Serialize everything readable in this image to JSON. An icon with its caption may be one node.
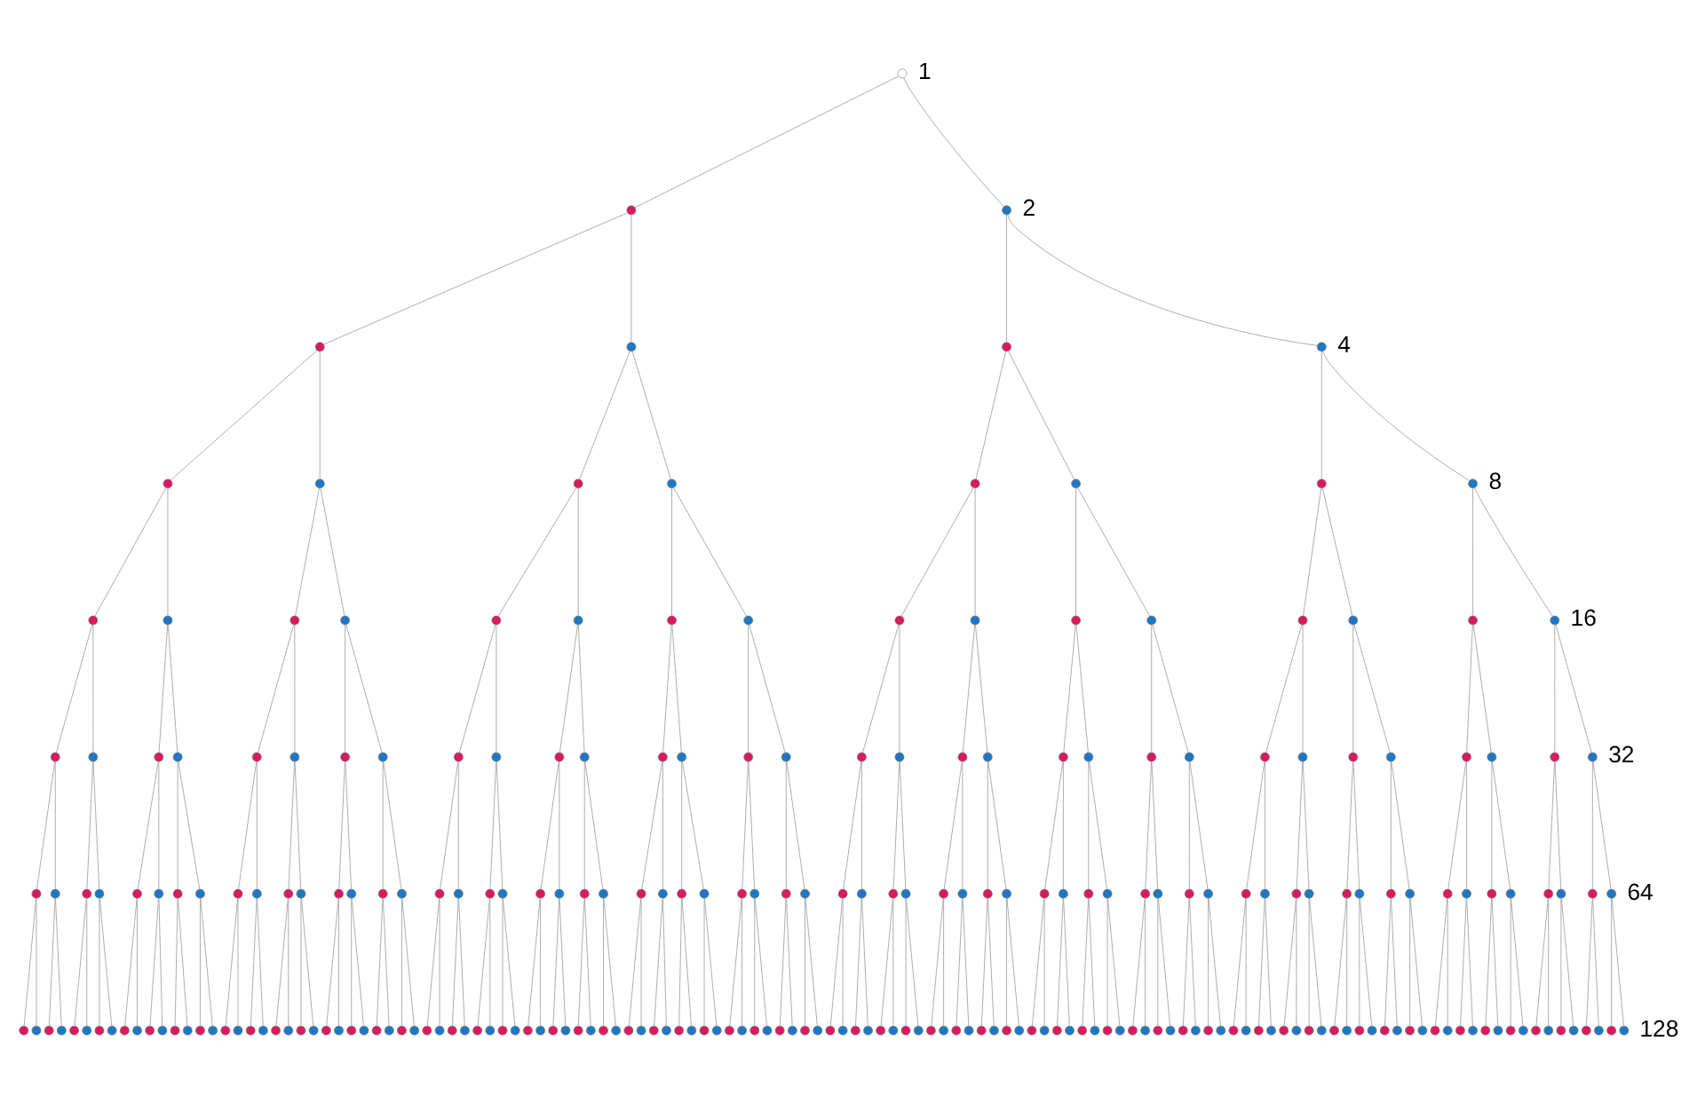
{
  "diagram": {
    "nodes": [
      {
        "text": [],
        "shape": "circle"
      },
      {
        "text": [],
        "shape": "circle"
      },
      {
        "text": [],
        "shape": "circle"
      },
      {
        "text": [],
        "shape": "circle"
      },
      {
        "text": [],
        "shape": "circle"
      },
      {
        "text": [],
        "shape": "circle"
      },
      {
        "text": [],
        "shape": "circle"
      },
      {
        "text": [],
        "shape": "circle"
      },
      {
        "text": [],
        "shape": "circle"
      },
      {
        "text": [],
        "shape": "circle"
      },
      {
        "text": [],
        "shape": "circle"
      },
      {
        "text": [],
        "shape": "circle"
      },
      {
        "text": [],
        "shape": "circle"
      },
      {
        "text": [],
        "shape": "circle"
      },
      {
        "text": [],
        "shape": "circle"
      },
      {
        "text": [],
        "shape": "circle"
      },
      {
        "text": [],
        "shape": "circle"
      },
      {
        "text": [],
        "shape": "circle"
      },
      {
        "text": [],
        "shape": "circle"
      },
      {
        "text": [],
        "shape": "circle"
      },
      {
        "text": [],
        "shape": "circle"
      },
      {
        "text": [],
        "shape": "circle"
      },
      {
        "text": [],
        "shape": "circle"
      },
      {
        "text": [],
        "shape": "circle"
      },
      {
        "text": [],
        "shape": "circle"
      },
      {
        "text": [],
        "shape": "circle"
      },
      {
        "text": [],
        "shape": "circle"
      },
      {
        "text": [],
        "shape": "circle"
      },
      {
        "text": [],
        "shape": "circle"
      },
      {
        "text": [],
        "shape": "circle"
      },
      {
        "text": [],
        "shape": "circle"
      },
      {
        "text": [],
        "shape": "circle"
      },
      {
        "text": [],
        "shape": "circle"
      },
      {
        "text": [],
        "shape": "circle"
      },
      {
        "text": [],
        "shape": "circle"
      },
      {
        "text": [],
        "shape": "circle"
      },
      {
        "text": [],
        "shape": "circle"
      },
      {
        "text": [],
        "shape": "circle"
      },
      {
        "text": [],
        "shape": "circle"
      },
      {
        "text": [],
        "shape": "circle"
      },
      {
        "text": [],
        "shape": "circle"
      },
      {
        "text": [],
        "shape": "circle"
      },
      {
        "text": [],
        "shape": "circle"
      },
      {
        "text": [],
        "shape": "circle"
      },
      {
        "text": [],
        "shape": "circle"
      },
      {
        "text": [],
        "shape": "circle"
      },
      {
        "text": [],
        "shape": "circle"
      },
      {
        "text": [],
        "shape": "circle"
      },
      {
        "text": [],
        "shape": "circle"
      },
      {
        "text": [],
        "shape": "circle"
      },
      {
        "text": [],
        "shape": "circle"
      },
      {
        "text": [],
        "shape": "circle"
      },
      {
        "text": [],
        "shape": "circle"
      },
      {
        "text": [],
        "shape": "circle"
      },
      {
        "text": [],
        "shape": "circle"
      },
      {
        "text": [],
        "shape": "circle"
      },
      {
        "text": [],
        "shape": "circle"
      },
      {
        "text": [],
        "shape": "circle"
      },
      {
        "text": [],
        "shape": "circle"
      },
      {
        "text": [],
        "shape": "circle"
      },
      {
        "text": [],
        "shape": "circle"
      },
      {
        "text": [],
        "shape": "circle"
      },
      {
        "text": [],
        "shape": "circle"
      },
      {
        "text": [],
        "shape": "circle"
      },
      {
        "text": [],
        "shape": "circle"
      },
      {
        "text": [],
        "shape": "circle"
      },
      {
        "text": [],
        "shape": "circle"
      },
      {
        "text": [],
        "shape": "circle"
      },
      {
        "text": [],
        "shape": "circle"
      },
      {
        "text": [],
        "shape": "circle"
      },
      {
        "text": [],
        "shape": "circle"
      },
      {
        "text": [],
        "shape": "circle"
      },
      {
        "text": [],
        "shape": "circle"
      },
      {
        "text": [],
        "shape": "circle"
      },
      {
        "text": [],
        "shape": "circle"
      },
      {
        "text": [],
        "shape": "circle"
      },
      {
        "text": [],
        "shape": "circle"
      },
      {
        "text": [],
        "shape": "circle"
      },
      {
        "text": [],
        "shape": "circle"
      },
      {
        "text": [],
        "shape": "circle"
      },
      {
        "text": [],
        "shape": "circle"
      },
      {
        "text": [],
        "shape": "circle"
      },
      {
        "text": [],
        "shape": "circle"
      },
      {
        "text": [],
        "shape": "circle"
      },
      {
        "text": [],
        "shape": "circle"
      },
      {
        "text": [],
        "shape": "circle"
      },
      {
        "text": [],
        "shape": "circle"
      },
      {
        "text": [],
        "shape": "circle"
      },
      {
        "text": [],
        "shape": "circle"
      },
      {
        "text": [],
        "shape": "circle"
      },
      {
        "text": [],
        "shape": "circle"
      },
      {
        "text": [],
        "shape": "circle"
      },
      {
        "text": [],
        "shape": "circle"
      },
      {
        "text": [],
        "shape": "circle"
      },
      {
        "text": [],
        "shape": "circle"
      },
      {
        "text": [],
        "shape": "circle"
      },
      {
        "text": [],
        "shape": "circle"
      },
      {
        "text": [],
        "shape": "circle"
      },
      {
        "text": [],
        "shape": "circle"
      },
      {
        "text": [],
        "shape": "circle"
      },
      {
        "text": [],
        "shape": "circle"
      },
      {
        "text": [],
        "shape": "circle"
      },
      {
        "text": [],
        "shape": "circle"
      },
      {
        "text": [],
        "shape": "circle"
      },
      {
        "text": [],
        "shape": "circle"
      },
      {
        "text": [],
        "shape": "circle"
      },
      {
        "text": [],
        "shape": "circle"
      },
      {
        "text": [],
        "shape": "circle"
      },
      {
        "text": [],
        "shape": "circle"
      },
      {
        "text": [],
        "shape": "circle"
      },
      {
        "text": [],
        "shape": "circle"
      },
      {
        "text": [],
        "shape": "circle"
      },
      {
        "text": [],
        "shape": "circle"
      },
      {
        "text": [],
        "shape": "circle"
      },
      {
        "text": [],
        "shape": "circle"
      },
      {
        "text": [],
        "shape": "circle"
      },
      {
        "text": [],
        "shape": "circle"
      },
      {
        "text": [],
        "shape": "circle"
      },
      {
        "text": [],
        "shape": "circle"
      },
      {
        "text": [],
        "shape": "circle"
      },
      {
        "text": [],
        "shape": "circle"
      },
      {
        "text": [],
        "shape": "circle"
      },
      {
        "text": [],
        "shape": "circle"
      },
      {
        "text": [],
        "shape": "circle"
      },
      {
        "text": [],
        "shape": "circle"
      },
      {
        "text": [],
        "shape": "circle"
      },
      {
        "text": [],
        "shape": "circle"
      },
      {
        "text": [],
        "shape": "circle"
      },
      {
        "text": [],
        "shape": "circle"
      },
      {
        "text": [],
        "shape": "circle"
      },
      {
        "text": [],
        "shape": "circle"
      },
      {
        "text": [],
        "shape": "circle"
      },
      {
        "text": [],
        "shape": "circle"
      },
      {
        "text": [],
        "shape": "circle"
      },
      {
        "text": [],
        "shape": "circle"
      },
      {
        "text": [],
        "shape": "circle"
      },
      {
        "text": [],
        "shape": "circle"
      },
      {
        "text": [],
        "shape": "circle"
      },
      {
        "text": [],
        "shape": "circle"
      },
      {
        "text": [],
        "shape": "circle"
      },
      {
        "text": [],
        "shape": "circle"
      },
      {
        "text": [],
        "shape": "circle"
      },
      {
        "text": [],
        "shape": "circle"
      },
      {
        "text": [],
        "shape": "circle"
      },
      {
        "text": [],
        "shape": "circle"
      },
      {
        "text": [],
        "shape": "circle"
      },
      {
        "text": [],
        "shape": "circle"
      },
      {
        "text": [],
        "shape": "circle"
      },
      {
        "text": [],
        "shape": "circle"
      },
      {
        "text": [],
        "shape": "circle"
      },
      {
        "text": [],
        "shape": "circle"
      },
      {
        "text": [],
        "shape": "circle"
      },
      {
        "text": [],
        "shape": "circle"
      },
      {
        "text": [],
        "shape": "circle"
      },
      {
        "text": [],
        "shape": "circle"
      },
      {
        "text": [],
        "shape": "circle"
      },
      {
        "text": [],
        "shape": "circle"
      },
      {
        "text": [],
        "shape": "circle"
      },
      {
        "text": [],
        "shape": "circle"
      },
      {
        "text": [],
        "shape": "circle"
      },
      {
        "text": [],
        "shape": "circle"
      },
      {
        "text": [],
        "shape": "circle"
      },
      {
        "text": [],
        "shape": "circle"
      },
      {
        "text": [],
        "shape": "circle"
      },
      {
        "text": [],
        "shape": "circle"
      },
      {
        "text": [],
        "shape": "circle"
      },
      {
        "text": [],
        "shape": "circle"
      },
      {
        "text": [],
        "shape": "circle"
      },
      {
        "text": [],
        "shape": "circle"
      },
      {
        "text": [],
        "shape": "circle"
      },
      {
        "text": [],
        "shape": "circle"
      },
      {
        "text": [],
        "shape": "circle"
      },
      {
        "text": [],
        "shape": "circle"
      },
      {
        "text": [],
        "shape": "circle"
      },
      {
        "text": [],
        "shape": "circle"
      },
      {
        "text": [],
        "shape": "circle"
      },
      {
        "text": [],
        "shape": "circle"
      },
      {
        "text": [],
        "shape": "circle"
      },
      {
        "text": [],
        "shape": "circle"
      },
      {
        "text": [],
        "shape": "circle"
      },
      {
        "text": [],
        "shape": "circle"
      },
      {
        "text": [],
        "shape": "circle"
      },
      {
        "text": [],
        "shape": "circle"
      },
      {
        "text": [],
        "shape": "circle"
      },
      {
        "text": [],
        "shape": "circle"
      },
      {
        "text": [],
        "shape": "circle"
      },
      {
        "text": [],
        "shape": "circle"
      },
      {
        "text": [],
        "shape": "circle"
      },
      {
        "text": [],
        "shape": "circle"
      },
      {
        "text": [],
        "shape": "circle"
      },
      {
        "text": [],
        "shape": "circle"
      },
      {
        "text": [],
        "shape": "circle"
      },
      {
        "text": [],
        "shape": "circle"
      },
      {
        "text": [],
        "shape": "circle"
      },
      {
        "text": [],
        "shape": "circle"
      },
      {
        "text": [],
        "shape": "circle"
      },
      {
        "text": [],
        "shape": "circle"
      },
      {
        "text": [],
        "shape": "circle"
      },
      {
        "text": [],
        "shape": "circle"
      },
      {
        "text": [],
        "shape": "circle"
      },
      {
        "text": [],
        "shape": "circle"
      },
      {
        "text": [],
        "shape": "circle"
      },
      {
        "text": [],
        "shape": "circle"
      },
      {
        "text": [],
        "shape": "circle"
      },
      {
        "text": [],
        "shape": "circle"
      },
      {
        "text": [],
        "shape": "circle"
      },
      {
        "text": [],
        "shape": "circle"
      },
      {
        "text": [],
        "shape": "circle"
      },
      {
        "text": [],
        "shape": "circle"
      },
      {
        "text": [],
        "shape": "circle"
      },
      {
        "text": [],
        "shape": "circle"
      },
      {
        "text": [],
        "shape": "circle"
      },
      {
        "text": [],
        "shape": "circle"
      },
      {
        "text": [],
        "shape": "circle"
      },
      {
        "text": [],
        "shape": "circle"
      },
      {
        "text": [],
        "shape": "circle"
      },
      {
        "text": [],
        "shape": "circle"
      },
      {
        "text": [],
        "shape": "circle"
      },
      {
        "text": [],
        "shape": "circle"
      },
      {
        "text": [],
        "shape": "circle"
      },
      {
        "text": [],
        "shape": "circle"
      },
      {
        "text": [],
        "shape": "circle"
      },
      {
        "text": [],
        "shape": "circle"
      },
      {
        "text": [],
        "shape": "circle"
      },
      {
        "text": [],
        "shape": "circle"
      },
      {
        "text": [],
        "shape": "circle"
      },
      {
        "text": [],
        "shape": "circle"
      },
      {
        "text": [],
        "shape": "circle"
      },
      {
        "text": [],
        "shape": "circle"
      },
      {
        "text": [],
        "shape": "circle"
      },
      {
        "text": [],
        "shape": "circle"
      },
      {
        "text": [],
        "shape": "circle"
      },
      {
        "text": [],
        "shape": "circle"
      },
      {
        "text": [],
        "shape": "circle"
      },
      {
        "text": [],
        "shape": "circle"
      },
      {
        "text": [],
        "shape": "circle"
      },
      {
        "text": [],
        "shape": "circle"
      },
      {
        "text": [],
        "shape": "circle"
      },
      {
        "text": [],
        "shape": "circle"
      },
      {
        "text": [],
        "shape": "circle"
      },
      {
        "text": [],
        "shape": "circle"
      },
      {
        "text": [],
        "shape": "circle"
      },
      {
        "text": [],
        "shape": "circle"
      },
      {
        "text": [],
        "shape": "circle"
      },
      {
        "text": [],
        "shape": "circle"
      },
      {
        "text": [],
        "shape": "circle"
      },
      {
        "text": [],
        "shape": "circle"
      },
      {
        "text": [],
        "shape": "circle"
      },
      {
        "text": [],
        "shape": "circle"
      },
      {
        "text": [],
        "shape": "circle"
      },
      {
        "text": [],
        "shape": "circle"
      },
      {
        "text": [],
        "shape": "circle"
      },
      {
        "text": [],
        "shape": "circle"
      },
      {
        "text": [],
        "shape": "circle"
      },
      {
        "text": [],
        "shape": "circle"
      }
    ],
    "edges": [
      {
        "from": 0,
        "to": 1,
        "arrow": "none"
      },
      {
        "from": 0,
        "to": 2,
        "arrow": "none"
      },
      {
        "from": 1,
        "to": 3,
        "arrow": "none"
      },
      {
        "from": 1,
        "to": 4,
        "arrow": "none"
      },
      {
        "from": 2,
        "to": 5,
        "arrow": "none"
      },
      {
        "from": 2,
        "to": 6,
        "arrow": "none"
      },
      {
        "from": 3,
        "to": 7,
        "arrow": "none"
      },
      {
        "from": 3,
        "to": 8,
        "arrow": "none"
      },
      {
        "from": 4,
        "to": 9,
        "arrow": "none"
      },
      {
        "from": 4,
        "to": 10,
        "arrow": "none"
      },
      {
        "from": 5,
        "to": 11,
        "arrow": "none"
      },
      {
        "from": 5,
        "to": 12,
        "arrow": "none"
      },
      {
        "from": 6,
        "to": 13,
        "arrow": "none"
      },
      {
        "from": 6,
        "to": 14,
        "arrow": "none"
      },
      {
        "from": 7,
        "to": 15,
        "arrow": "none"
      },
      {
        "from": 7,
        "to": 16,
        "arrow": "none"
      },
      {
        "from": 8,
        "to": 17,
        "arrow": "none"
      },
      {
        "from": 8,
        "to": 18,
        "arrow": "none"
      },
      {
        "from": 9,
        "to": 19,
        "arrow": "none"
      },
      {
        "from": 9,
        "to": 20,
        "arrow": "none"
      },
      {
        "from": 10,
        "to": 21,
        "arrow": "none"
      },
      {
        "from": 10,
        "to": 22,
        "arrow": "none"
      },
      {
        "from": 11,
        "to": 23,
        "arrow": "none"
      },
      {
        "from": 11,
        "to": 24,
        "arrow": "none"
      },
      {
        "from": 12,
        "to": 25,
        "arrow": "none"
      },
      {
        "from": 12,
        "to": 26,
        "arrow": "none"
      },
      {
        "from": 13,
        "to": 27,
        "arrow": "none"
      },
      {
        "from": 13,
        "to": 28,
        "arrow": "none"
      },
      {
        "from": 14,
        "to": 29,
        "arrow": "none"
      },
      {
        "from": 14,
        "to": 30,
        "arrow": "none"
      },
      {
        "from": 15,
        "to": 31,
        "arrow": "none"
      },
      {
        "from": 15,
        "to": 32,
        "arrow": "none"
      },
      {
        "from": 16,
        "to": 33,
        "arrow": "none"
      },
      {
        "from": 16,
        "to": 34,
        "arrow": "none"
      },
      {
        "from": 17,
        "to": 35,
        "arrow": "none"
      },
      {
        "from": 17,
        "to": 36,
        "arrow": "none"
      },
      {
        "from": 18,
        "to": 37,
        "arrow": "none"
      },
      {
        "from": 18,
        "to": 38,
        "arrow": "none"
      },
      {
        "from": 19,
        "to": 39,
        "arrow": "none"
      },
      {
        "from": 19,
        "to": 40,
        "arrow": "none"
      },
      {
        "from": 20,
        "to": 41,
        "arrow": "none"
      },
      {
        "from": 20,
        "to": 42,
        "arrow": "none"
      },
      {
        "from": 21,
        "to": 43,
        "arrow": "none"
      },
      {
        "from": 21,
        "to": 44,
        "arrow": "none"
      },
      {
        "from": 22,
        "to": 45,
        "arrow": "none"
      },
      {
        "from": 22,
        "to": 46,
        "arrow": "none"
      },
      {
        "from": 23,
        "to": 47,
        "arrow": "none"
      },
      {
        "from": 23,
        "to": 48,
        "arrow": "none"
      },
      {
        "from": 24,
        "to": 49,
        "arrow": "none"
      },
      {
        "from": 24,
        "to": 50,
        "arrow": "none"
      },
      {
        "from": 25,
        "to": 51,
        "arrow": "none"
      },
      {
        "from": 25,
        "to": 52,
        "arrow": "none"
      },
      {
        "from": 26,
        "to": 53,
        "arrow": "none"
      },
      {
        "from": 26,
        "to": 54,
        "arrow": "none"
      },
      {
        "from": 27,
        "to": 55,
        "arrow": "none"
      },
      {
        "from": 27,
        "to": 56,
        "arrow": "none"
      },
      {
        "from": 28,
        "to": 57,
        "arrow": "none"
      },
      {
        "from": 28,
        "to": 58,
        "arrow": "none"
      },
      {
        "from": 29,
        "to": 59,
        "arrow": "none"
      },
      {
        "from": 29,
        "to": 60,
        "arrow": "none"
      },
      {
        "from": 30,
        "to": 61,
        "arrow": "none"
      },
      {
        "from": 30,
        "to": 62,
        "arrow": "none"
      },
      {
        "from": 31,
        "to": 63,
        "arrow": "none"
      },
      {
        "from": 31,
        "to": 64,
        "arrow": "none"
      },
      {
        "from": 32,
        "to": 65,
        "arrow": "none"
      },
      {
        "from": 32,
        "to": 66,
        "arrow": "none"
      },
      {
        "from": 33,
        "to": 67,
        "arrow": "none"
      },
      {
        "from": 33,
        "to": 68,
        "arrow": "none"
      },
      {
        "from": 34,
        "to": 69,
        "arrow": "none"
      },
      {
        "from": 34,
        "to": 70,
        "arrow": "none"
      },
      {
        "from": 35,
        "to": 71,
        "arrow": "none"
      },
      {
        "from": 35,
        "to": 72,
        "arrow": "none"
      },
      {
        "from": 36,
        "to": 73,
        "arrow": "none"
      },
      {
        "from": 36,
        "to": 74,
        "arrow": "none"
      },
      {
        "from": 37,
        "to": 75,
        "arrow": "none"
      },
      {
        "from": 37,
        "to": 76,
        "arrow": "none"
      },
      {
        "from": 38,
        "to": 77,
        "arrow": "none"
      },
      {
        "from": 38,
        "to": 78,
        "arrow": "none"
      },
      {
        "from": 39,
        "to": 79,
        "arrow": "none"
      },
      {
        "from": 39,
        "to": 80,
        "arrow": "none"
      },
      {
        "from": 40,
        "to": 81,
        "arrow": "none"
      },
      {
        "from": 40,
        "to": 82,
        "arrow": "none"
      },
      {
        "from": 41,
        "to": 83,
        "arrow": "none"
      },
      {
        "from": 41,
        "to": 84,
        "arrow": "none"
      },
      {
        "from": 42,
        "to": 85,
        "arrow": "none"
      },
      {
        "from": 42,
        "to": 86,
        "arrow": "none"
      },
      {
        "from": 43,
        "to": 87,
        "arrow": "none"
      },
      {
        "from": 43,
        "to": 88,
        "arrow": "none"
      },
      {
        "from": 44,
        "to": 89,
        "arrow": "none"
      },
      {
        "from": 44,
        "to": 90,
        "arrow": "none"
      },
      {
        "from": 45,
        "to": 91,
        "arrow": "none"
      },
      {
        "from": 45,
        "to": 92,
        "arrow": "none"
      },
      {
        "from": 46,
        "to": 93,
        "arrow": "none"
      },
      {
        "from": 46,
        "to": 94,
        "arrow": "none"
      },
      {
        "from": 47,
        "to": 95,
        "arrow": "none"
      },
      {
        "from": 47,
        "to": 96,
        "arrow": "none"
      },
      {
        "from": 48,
        "to": 97,
        "arrow": "none"
      },
      {
        "from": 48,
        "to": 98,
        "arrow": "none"
      },
      {
        "from": 49,
        "to": 99,
        "arrow": "none"
      },
      {
        "from": 49,
        "to": 100,
        "arrow": "none"
      },
      {
        "from": 50,
        "to": 101,
        "arrow": "none"
      },
      {
        "from": 50,
        "to": 102,
        "arrow": "none"
      },
      {
        "from": 51,
        "to": 103,
        "arrow": "none"
      },
      {
        "from": 51,
        "to": 104,
        "arrow": "none"
      },
      {
        "from": 52,
        "to": 105,
        "arrow": "none"
      },
      {
        "from": 52,
        "to": 106,
        "arrow": "none"
      },
      {
        "from": 53,
        "to": 107,
        "arrow": "none"
      },
      {
        "from": 53,
        "to": 108,
        "arrow": "none"
      },
      {
        "from": 54,
        "to": 109,
        "arrow": "none"
      },
      {
        "from": 54,
        "to": 110,
        "arrow": "none"
      },
      {
        "from": 55,
        "to": 111,
        "arrow": "none"
      },
      {
        "from": 55,
        "to": 112,
        "arrow": "none"
      },
      {
        "from": 56,
        "to": 113,
        "arrow": "none"
      },
      {
        "from": 56,
        "to": 114,
        "arrow": "none"
      },
      {
        "from": 57,
        "to": 115,
        "arrow": "none"
      },
      {
        "from": 57,
        "to": 116,
        "arrow": "none"
      },
      {
        "from": 58,
        "to": 117,
        "arrow": "none"
      },
      {
        "from": 58,
        "to": 118,
        "arrow": "none"
      },
      {
        "from": 59,
        "to": 119,
        "arrow": "none"
      },
      {
        "from": 59,
        "to": 120,
        "arrow": "none"
      },
      {
        "from": 60,
        "to": 121,
        "arrow": "none"
      },
      {
        "from": 60,
        "to": 122,
        "arrow": "none"
      },
      {
        "from": 61,
        "to": 123,
        "arrow": "none"
      },
      {
        "from": 61,
        "to": 124,
        "arrow": "none"
      },
      {
        "from": 62,
        "to": 125,
        "arrow": "none"
      },
      {
        "from": 62,
        "to": 126,
        "arrow": "none"
      },
      {
        "from": 63,
        "to": 127,
        "arrow": "none"
      },
      {
        "from": 63,
        "to": 128,
        "arrow": "none"
      },
      {
        "from": 64,
        "to": 129,
        "arrow": "none"
      },
      {
        "from": 64,
        "to": 130,
        "arrow": "none"
      },
      {
        "from": 65,
        "to": 131,
        "arrow": "none"
      },
      {
        "from": 65,
        "to": 132,
        "arrow": "none"
      },
      {
        "from": 66,
        "to": 133,
        "arrow": "none"
      },
      {
        "from": 66,
        "to": 134,
        "arrow": "none"
      },
      {
        "from": 67,
        "to": 135,
        "arrow": "none"
      },
      {
        "from": 67,
        "to": 136,
        "arrow": "none"
      },
      {
        "from": 68,
        "to": 137,
        "arrow": "none"
      },
      {
        "from": 68,
        "to": 138,
        "arrow": "none"
      },
      {
        "from": 69,
        "to": 139,
        "arrow": "none"
      },
      {
        "from": 69,
        "to": 140,
        "arrow": "none"
      },
      {
        "from": 70,
        "to": 141,
        "arrow": "none"
      },
      {
        "from": 70,
        "to": 142,
        "arrow": "none"
      },
      {
        "from": 71,
        "to": 143,
        "arrow": "none"
      },
      {
        "from": 71,
        "to": 144,
        "arrow": "none"
      },
      {
        "from": 72,
        "to": 145,
        "arrow": "none"
      },
      {
        "from": 72,
        "to": 146,
        "arrow": "none"
      },
      {
        "from": 73,
        "to": 147,
        "arrow": "none"
      },
      {
        "from": 73,
        "to": 148,
        "arrow": "none"
      },
      {
        "from": 74,
        "to": 149,
        "arrow": "none"
      },
      {
        "from": 74,
        "to": 150,
        "arrow": "none"
      },
      {
        "from": 75,
        "to": 151,
        "arrow": "none"
      },
      {
        "from": 75,
        "to": 152,
        "arrow": "none"
      },
      {
        "from": 76,
        "to": 153,
        "arrow": "none"
      },
      {
        "from": 76,
        "to": 154,
        "arrow": "none"
      },
      {
        "from": 77,
        "to": 155,
        "arrow": "none"
      },
      {
        "from": 77,
        "to": 156,
        "arrow": "none"
      },
      {
        "from": 78,
        "to": 157,
        "arrow": "none"
      },
      {
        "from": 78,
        "to": 158,
        "arrow": "none"
      },
      {
        "from": 79,
        "to": 159,
        "arrow": "none"
      },
      {
        "from": 79,
        "to": 160,
        "arrow": "none"
      },
      {
        "from": 80,
        "to": 161,
        "arrow": "none"
      },
      {
        "from": 80,
        "to": 162,
        "arrow": "none"
      },
      {
        "from": 81,
        "to": 163,
        "arrow": "none"
      },
      {
        "from": 81,
        "to": 164,
        "arrow": "none"
      },
      {
        "from": 82,
        "to": 165,
        "arrow": "none"
      },
      {
        "from": 82,
        "to": 166,
        "arrow": "none"
      },
      {
        "from": 83,
        "to": 167,
        "arrow": "none"
      },
      {
        "from": 83,
        "to": 168,
        "arrow": "none"
      },
      {
        "from": 84,
        "to": 169,
        "arrow": "none"
      },
      {
        "from": 84,
        "to": 170,
        "arrow": "none"
      },
      {
        "from": 85,
        "to": 171,
        "arrow": "none"
      },
      {
        "from": 85,
        "to": 172,
        "arrow": "none"
      },
      {
        "from": 86,
        "to": 173,
        "arrow": "none"
      },
      {
        "from": 86,
        "to": 174,
        "arrow": "none"
      },
      {
        "from": 87,
        "to": 175,
        "arrow": "none"
      },
      {
        "from": 87,
        "to": 176,
        "arrow": "none"
      },
      {
        "from": 88,
        "to": 177,
        "arrow": "none"
      },
      {
        "from": 88,
        "to": 178,
        "arrow": "none"
      },
      {
        "from": 89,
        "to": 179,
        "arrow": "none"
      },
      {
        "from": 89,
        "to": 180,
        "arrow": "none"
      },
      {
        "from": 90,
        "to": 181,
        "arrow": "none"
      },
      {
        "from": 90,
        "to": 182,
        "arrow": "none"
      },
      {
        "from": 91,
        "to": 183,
        "arrow": "none"
      },
      {
        "from": 91,
        "to": 184,
        "arrow": "none"
      },
      {
        "from": 92,
        "to": 185,
        "arrow": "none"
      },
      {
        "from": 92,
        "to": 186,
        "arrow": "none"
      },
      {
        "from": 93,
        "to": 187,
        "arrow": "none"
      },
      {
        "from": 93,
        "to": 188,
        "arrow": "none"
      },
      {
        "from": 94,
        "to": 189,
        "arrow": "none"
      },
      {
        "from": 94,
        "to": 190,
        "arrow": "none"
      },
      {
        "from": 95,
        "to": 191,
        "arrow": "none"
      },
      {
        "from": 95,
        "to": 192,
        "arrow": "none"
      },
      {
        "from": 96,
        "to": 193,
        "arrow": "none"
      },
      {
        "from": 96,
        "to": 194,
        "arrow": "none"
      },
      {
        "from": 97,
        "to": 195,
        "arrow": "none"
      },
      {
        "from": 97,
        "to": 196,
        "arrow": "none"
      },
      {
        "from": 98,
        "to": 197,
        "arrow": "none"
      },
      {
        "from": 98,
        "to": 198,
        "arrow": "none"
      },
      {
        "from": 99,
        "to": 199,
        "arrow": "none"
      },
      {
        "from": 99,
        "to": 200,
        "arrow": "none"
      },
      {
        "from": 100,
        "to": 201,
        "arrow": "none"
      },
      {
        "from": 100,
        "to": 202,
        "arrow": "none"
      },
      {
        "from": 101,
        "to": 203,
        "arrow": "none"
      },
      {
        "from": 101,
        "to": 204,
        "arrow": "none"
      },
      {
        "from": 102,
        "to": 205,
        "arrow": "none"
      },
      {
        "from": 102,
        "to": 206,
        "arrow": "none"
      },
      {
        "from": 103,
        "to": 207,
        "arrow": "none"
      },
      {
        "from": 103,
        "to": 208,
        "arrow": "none"
      },
      {
        "from": 104,
        "to": 209,
        "arrow": "none"
      },
      {
        "from": 104,
        "to": 210,
        "arrow": "none"
      },
      {
        "from": 105,
        "to": 211,
        "arrow": "none"
      },
      {
        "from": 105,
        "to": 212,
        "arrow": "none"
      },
      {
        "from": 106,
        "to": 213,
        "arrow": "none"
      },
      {
        "from": 106,
        "to": 214,
        "arrow": "none"
      },
      {
        "from": 107,
        "to": 215,
        "arrow": "none"
      },
      {
        "from": 107,
        "to": 216,
        "arrow": "none"
      },
      {
        "from": 108,
        "to": 217,
        "arrow": "none"
      },
      {
        "from": 108,
        "to": 218,
        "arrow": "none"
      },
      {
        "from": 109,
        "to": 219,
        "arrow": "none"
      },
      {
        "from": 109,
        "to": 220,
        "arrow": "none"
      },
      {
        "from": 110,
        "to": 221,
        "arrow": "none"
      },
      {
        "from": 110,
        "to": 222,
        "arrow": "none"
      },
      {
        "from": 111,
        "to": 223,
        "arrow": "none"
      },
      {
        "from": 111,
        "to": 224,
        "arrow": "none"
      },
      {
        "from": 112,
        "to": 225,
        "arrow": "none"
      },
      {
        "from": 112,
        "to": 226,
        "arrow": "none"
      },
      {
        "from": 113,
        "to": 227,
        "arrow": "none"
      },
      {
        "from": 113,
        "to": 228,
        "arrow": "none"
      },
      {
        "from": 114,
        "to": 229,
        "arrow": "none"
      },
      {
        "from": 114,
        "to": 230,
        "arrow": "none"
      },
      {
        "from": 115,
        "to": 231,
        "arrow": "none"
      },
      {
        "from": 115,
        "to": 232,
        "arrow": "none"
      },
      {
        "from": 116,
        "to": 233,
        "arrow": "none"
      },
      {
        "from": 116,
        "to": 234,
        "arrow": "none"
      },
      {
        "from": 117,
        "to": 235,
        "arrow": "none"
      },
      {
        "from": 117,
        "to": 236,
        "arrow": "none"
      },
      {
        "from": 118,
        "to": 237,
        "arrow": "none"
      },
      {
        "from": 118,
        "to": 238,
        "arrow": "none"
      },
      {
        "from": 119,
        "to": 239,
        "arrow": "none"
      },
      {
        "from": 119,
        "to": 240,
        "arrow": "none"
      },
      {
        "from": 120,
        "to": 241,
        "arrow": "none"
      },
      {
        "from": 120,
        "to": 242,
        "arrow": "none"
      },
      {
        "from": 121,
        "to": 243,
        "arrow": "none"
      },
      {
        "from": 121,
        "to": 244,
        "arrow": "none"
      },
      {
        "from": 122,
        "to": 245,
        "arrow": "none"
      },
      {
        "from": 122,
        "to": 246,
        "arrow": "none"
      },
      {
        "from": 123,
        "to": 247,
        "arrow": "none"
      },
      {
        "from": 123,
        "to": 248,
        "arrow": "none"
      },
      {
        "from": 124,
        "to": 249,
        "arrow": "none"
      },
      {
        "from": 124,
        "to": 250,
        "arrow": "none"
      },
      {
        "from": 125,
        "to": 251,
        "arrow": "none"
      },
      {
        "from": 125,
        "to": 252,
        "arrow": "none"
      },
      {
        "from": 126,
        "to": 253,
        "arrow": "none"
      },
      {
        "from": 126,
        "to": 254,
        "arrow": "none"
      }
    ],
    "labels": [
      "1",
      "2",
      "4",
      "8",
      "16",
      "32",
      "64",
      "128"
    ]
  }
}
